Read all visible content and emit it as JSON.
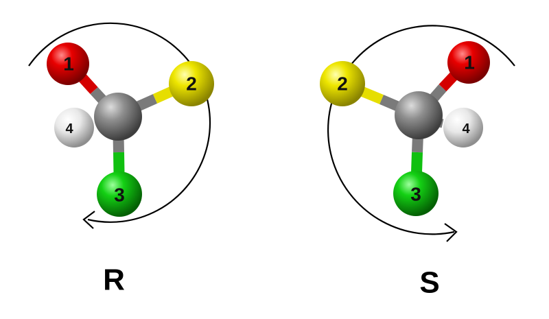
{
  "colors": {
    "oxygen_red": "#d40000",
    "sulfur_yellow": "#e8e000",
    "chlorine_green": "#10c010",
    "hydrogen_white": "#e6e6e6",
    "carbon_gray": "#8c8c8c",
    "arrow": "#000000"
  },
  "molecules": {
    "left": {
      "configuration": "R",
      "atoms": {
        "p1": "1",
        "p2": "2",
        "p3": "3",
        "p4": "4"
      }
    },
    "right": {
      "configuration": "S",
      "atoms": {
        "p1": "1",
        "p2": "2",
        "p3": "3",
        "p4": "4"
      }
    }
  }
}
